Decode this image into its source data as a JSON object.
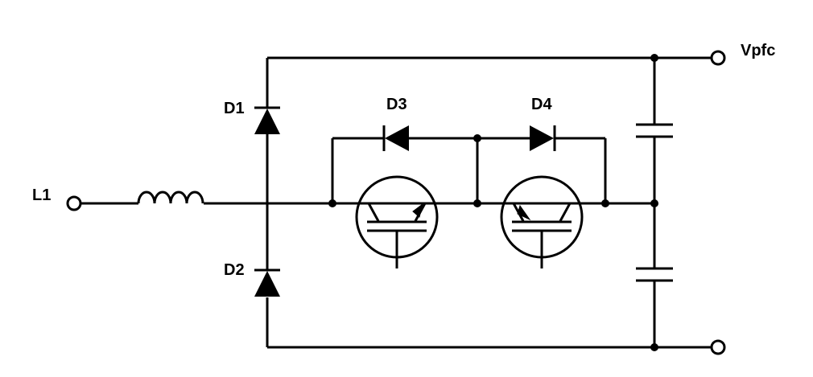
{
  "labels": {
    "vpfc": "Vpfc",
    "l1": "L1",
    "d1": "D1",
    "d2": "D2",
    "d3": "D3",
    "d4": "D4"
  },
  "colors": {
    "stroke": "#000000",
    "background": "#ffffff"
  },
  "components": [
    {
      "id": "inductor",
      "icon": "inductor-icon"
    },
    {
      "id": "D1",
      "icon": "diode-icon"
    },
    {
      "id": "D2",
      "icon": "diode-icon"
    },
    {
      "id": "D3",
      "icon": "diode-icon"
    },
    {
      "id": "D4",
      "icon": "diode-icon"
    },
    {
      "id": "Q1",
      "icon": "igbt-icon"
    },
    {
      "id": "Q2",
      "icon": "igbt-icon"
    },
    {
      "id": "C1",
      "icon": "capacitor-icon"
    },
    {
      "id": "C2",
      "icon": "capacitor-icon"
    }
  ]
}
